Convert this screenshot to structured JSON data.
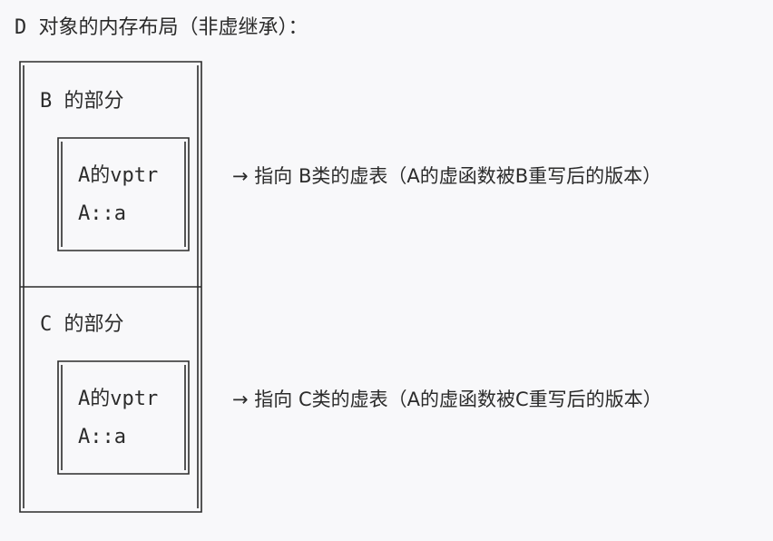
{
  "heading": "D 对象的内存布局（非虚继承）：",
  "sections": [
    {
      "title": "B 的部分",
      "inner_lines": [
        "A的vptr",
        "A::a"
      ],
      "note": "→ 指向 B类的虚表（A的虚函数被B重写后的版本）"
    },
    {
      "title": "C 的部分",
      "inner_lines": [
        "A的vptr",
        "A::a"
      ],
      "note": "→ 指向 C类的虚表（A的虚函数被C重写后的版本）"
    }
  ]
}
